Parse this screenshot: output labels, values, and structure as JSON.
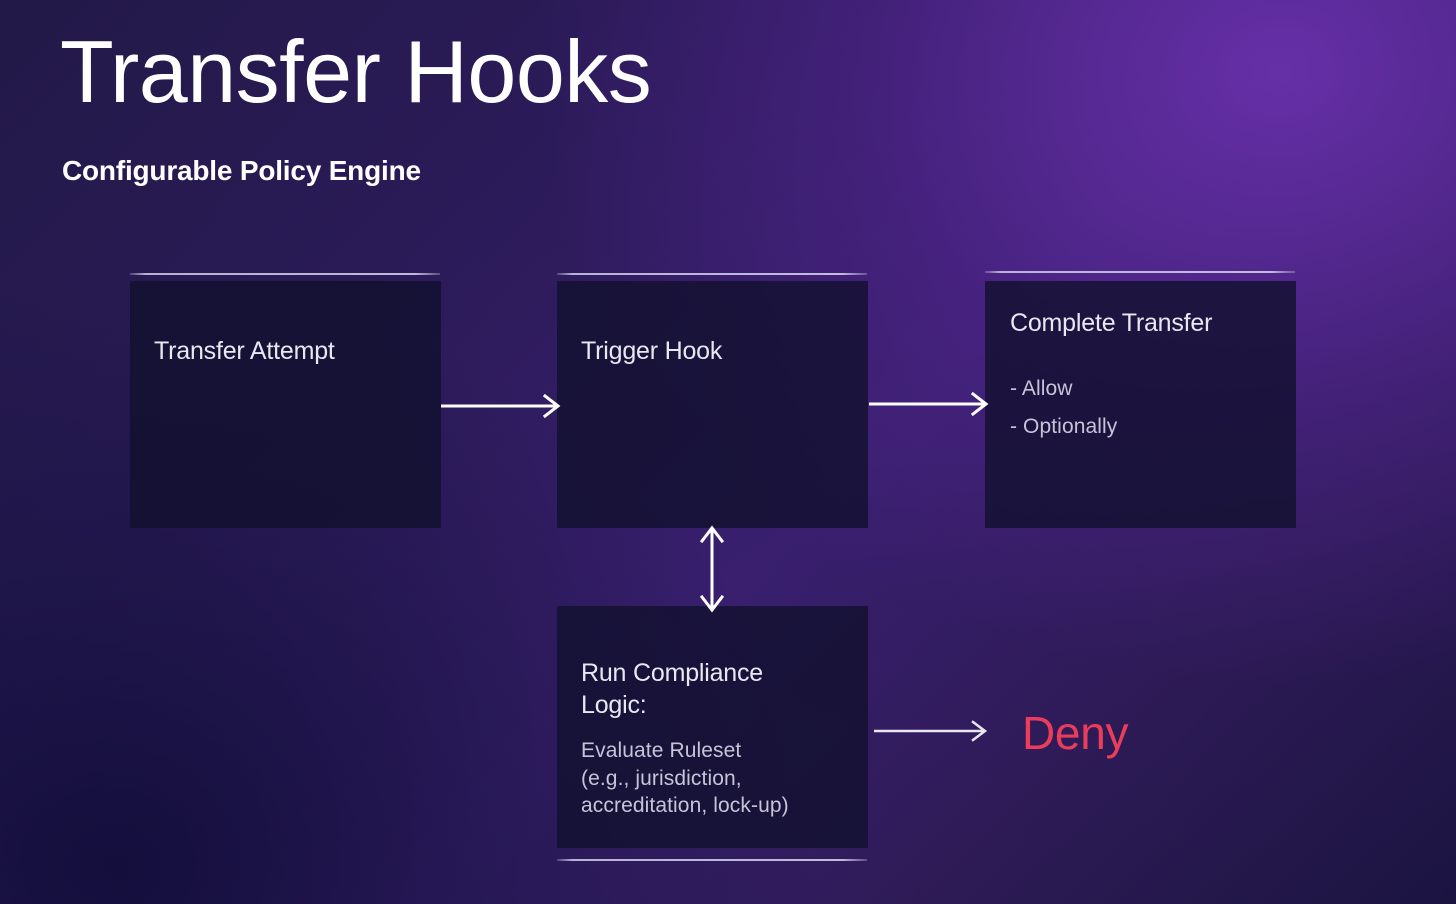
{
  "slide": {
    "title": "Transfer Hooks",
    "subtitle": "Configurable Policy Engine"
  },
  "colors": {
    "background_top_left": "#221947",
    "background_top_right": "#4a2182",
    "background_bottom_left": "#141138",
    "background_bottom_right": "#2e1b52",
    "node_fill": "#12102e",
    "rule_line": "#d0cce8",
    "title_text": "#ffffff",
    "node_title_text": "#e9e7f2",
    "node_body_text": "#c7c3d8",
    "arrow": "#ffffff",
    "deny_text": "#ea3d5b"
  },
  "diagram": {
    "type": "flowchart",
    "nodes": [
      {
        "id": "transfer-attempt",
        "title": "Transfer Attempt",
        "body": [],
        "rule_position": "top"
      },
      {
        "id": "trigger-hook",
        "title": "Trigger Hook",
        "body": [],
        "rule_position": "top"
      },
      {
        "id": "complete-transfer",
        "title": "Complete Transfer",
        "body": [
          "- Allow",
          "- Optionally"
        ],
        "rule_position": "top"
      },
      {
        "id": "run-compliance-logic",
        "title": "Run Compliance Logic:",
        "body": [
          "Evaluate Ruleset",
          "(e.g., jurisdiction,",
          "accreditation, lock-up)"
        ],
        "rule_position": "bottom"
      }
    ],
    "terminals": [
      {
        "id": "deny",
        "label": "Deny"
      }
    ],
    "edges": [
      {
        "id": "edge-attempt-to-hook",
        "from": "transfer-attempt",
        "to": "trigger-hook",
        "direction": "right"
      },
      {
        "id": "edge-hook-to-complete",
        "from": "trigger-hook",
        "to": "complete-transfer",
        "direction": "right"
      },
      {
        "id": "edge-hook-compliance",
        "from": "trigger-hook",
        "to": "run-compliance-logic",
        "direction": "bidirectional-vertical"
      },
      {
        "id": "edge-compliance-to-deny",
        "from": "run-compliance-logic",
        "to": "deny",
        "direction": "right"
      }
    ]
  }
}
